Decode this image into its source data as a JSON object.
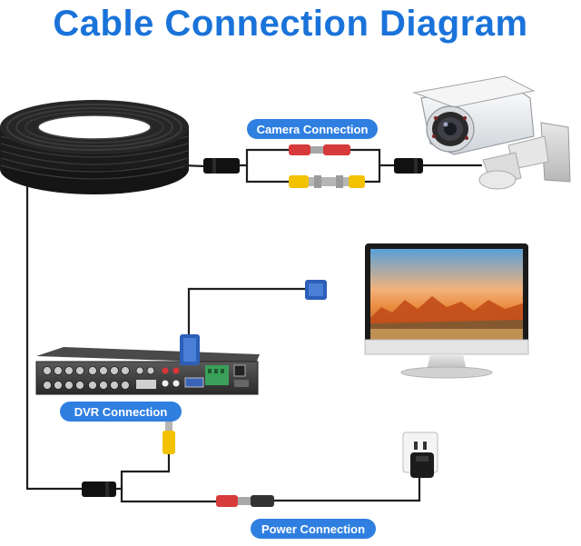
{
  "title": "Cable Connection Diagram",
  "labels": {
    "camera": "Camera Connection",
    "dvr": "DVR Connection",
    "power": "Power Connection"
  },
  "colors": {
    "title": "#1a73d9",
    "pill": "#2f7fe0",
    "cable": "#1e1e1e",
    "power_connector": "#d63a3a",
    "video_connector": "#f2c200",
    "vga": "#2c5fb8"
  }
}
